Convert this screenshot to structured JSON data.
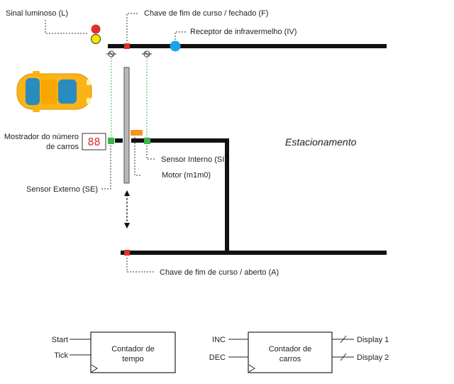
{
  "labels": {
    "traffic_light": "Sinal luminoso (L)",
    "end_switch_closed": "Chave de fim de curso / fechado (F)",
    "ir_receiver": "Receptor de infravermelho (IV)",
    "display_label_line1": "Mostrador do número",
    "display_label_line2": "de carros",
    "parking": "Estacionamento",
    "internal_sensor": "Sensor Interno (SI)",
    "motor": "Motor (m1m0)",
    "external_sensor": "Sensor Externo (SE)",
    "end_switch_open": "Chave de fim de curso / aberto (A)",
    "display_value": "88"
  },
  "timer_block": {
    "title_line1": "Contador de",
    "title_line2": "tempo",
    "input_start": "Start",
    "input_tick": "Tick"
  },
  "car_counter_block": {
    "title_line1": "Contador de",
    "title_line2": "carros",
    "input_inc": "INC",
    "input_dec": "DEC",
    "output_1": "Display 1",
    "output_2": "Display 2"
  },
  "colors": {
    "light_red": "#e0302a",
    "light_yellow": "#f5e400",
    "switch_red": "#e0302a",
    "ir_blue": "#1aa3e8",
    "sensor_green": "#3cb44b",
    "motor_orange": "#f7941d",
    "gate_gray": "#b8b8bc",
    "car_orange": "#fbb316",
    "car_glass": "#2a8bbf"
  },
  "icons": {
    "traffic_light": "traffic-light-icon",
    "car": "car-icon",
    "ir_emitter": "ir-emitter-icon",
    "gate_arrow": "double-arrow-icon"
  }
}
